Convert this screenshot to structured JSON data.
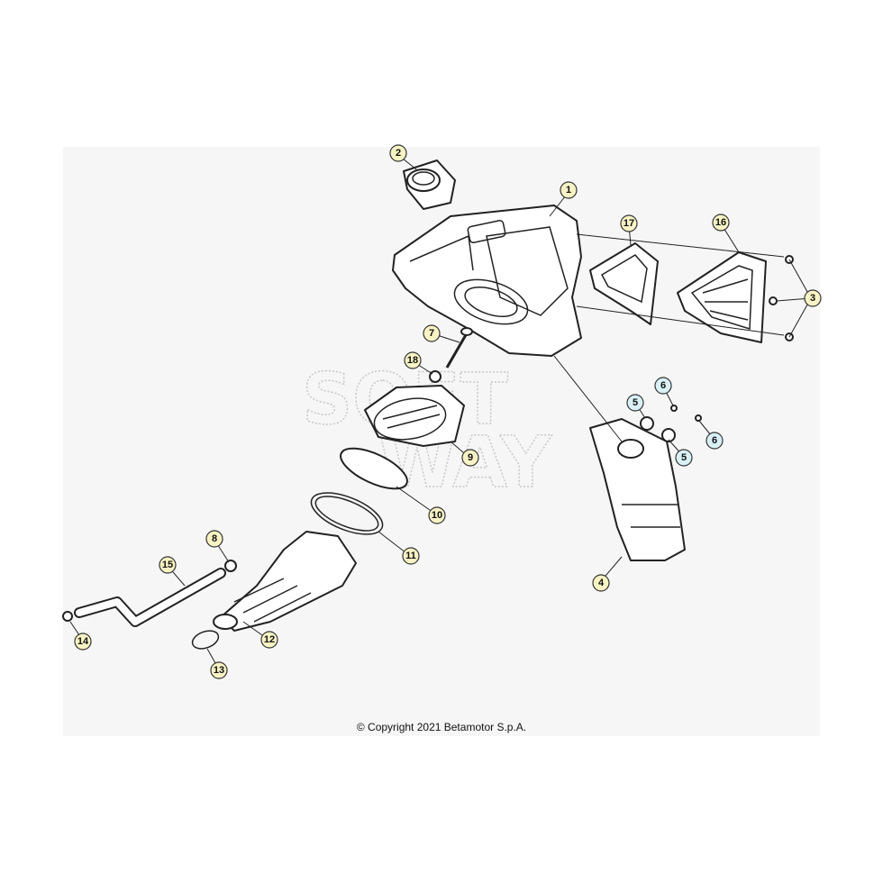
{
  "copyright": "© Copyright 2021 Betamotor S.p.A.",
  "watermark": [
    "SOFT",
    "WAY"
  ],
  "callouts": [
    {
      "label": "1",
      "style": "yellow"
    },
    {
      "label": "2",
      "style": "yellow"
    },
    {
      "label": "3",
      "style": "yellow"
    },
    {
      "label": "4",
      "style": "yellow"
    },
    {
      "label": "5",
      "style": "blue"
    },
    {
      "label": "5",
      "style": "blue"
    },
    {
      "label": "6",
      "style": "blue"
    },
    {
      "label": "6",
      "style": "blue"
    },
    {
      "label": "7",
      "style": "yellow"
    },
    {
      "label": "8",
      "style": "yellow"
    },
    {
      "label": "9",
      "style": "yellow"
    },
    {
      "label": "10",
      "style": "yellow"
    },
    {
      "label": "11",
      "style": "yellow"
    },
    {
      "label": "12",
      "style": "yellow"
    },
    {
      "label": "13",
      "style": "yellow"
    },
    {
      "label": "14",
      "style": "yellow"
    },
    {
      "label": "15",
      "style": "yellow"
    },
    {
      "label": "16",
      "style": "yellow"
    },
    {
      "label": "17",
      "style": "yellow"
    },
    {
      "label": "18",
      "style": "yellow"
    }
  ],
  "colors": {
    "yellow_callout": "#f7f3c4",
    "blue_callout": "#d9f1f6",
    "background": "#f6f6f6"
  }
}
